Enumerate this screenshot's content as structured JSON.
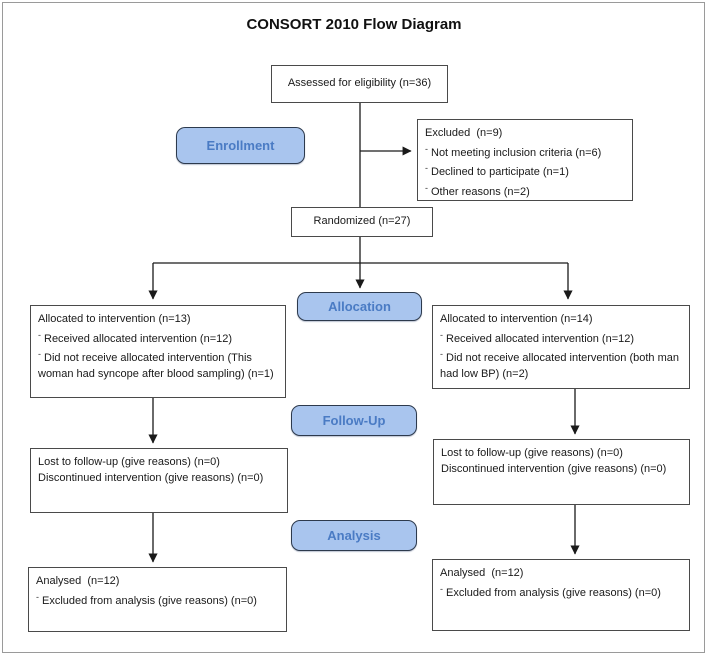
{
  "title": "CONSORT 2010 Flow Diagram",
  "marker": "-",
  "colors": {
    "stage_fill": "#a9c5ee",
    "stage_border": "#2d3a4d",
    "stage_text": "#4a7bc4",
    "box_border": "#4a4a4a",
    "arrow": "#1a1a1a"
  },
  "stage_labels": {
    "enrollment": "Enrollment",
    "allocation": "Allocation",
    "followup": "Follow-Up",
    "analysis": "Analysis"
  },
  "boxes": {
    "assessed": {
      "text": "Assessed for eligibility (n=36)"
    },
    "excluded": {
      "title": "Excluded  (n=9)",
      "items": [
        "Not meeting inclusion criteria (n=6)",
        "Declined to participate (n=1)",
        "Other reasons (n=2)"
      ]
    },
    "randomized": {
      "text": "Randomized (n=27)"
    },
    "alloc_left": {
      "title": "Allocated to intervention (n=13)",
      "items": [
        "Received allocated intervention (n=12)",
        "Did not receive allocated intervention (This woman had syncope after blood sampling) (n=1)"
      ]
    },
    "alloc_right": {
      "title": "Allocated to intervention (n=14)",
      "items": [
        "Received allocated intervention (n=12)",
        "Did not receive allocated intervention (both man had low BP) (n=2)"
      ]
    },
    "followup_left": {
      "lines": [
        "Lost to follow-up (give reasons) (n=0)",
        "Discontinued intervention (give reasons) (n=0)"
      ]
    },
    "followup_right": {
      "lines": [
        "Lost to follow-up (give reasons) (n=0)",
        "Discontinued intervention (give reasons) (n=0)"
      ]
    },
    "analysis_left": {
      "title": "Analysed  (n=12)",
      "items": [
        "Excluded from analysis (give reasons) (n=0)"
      ]
    },
    "analysis_right": {
      "title": "Analysed  (n=12)",
      "items": [
        "Excluded from analysis (give reasons) (n=0)"
      ]
    }
  }
}
